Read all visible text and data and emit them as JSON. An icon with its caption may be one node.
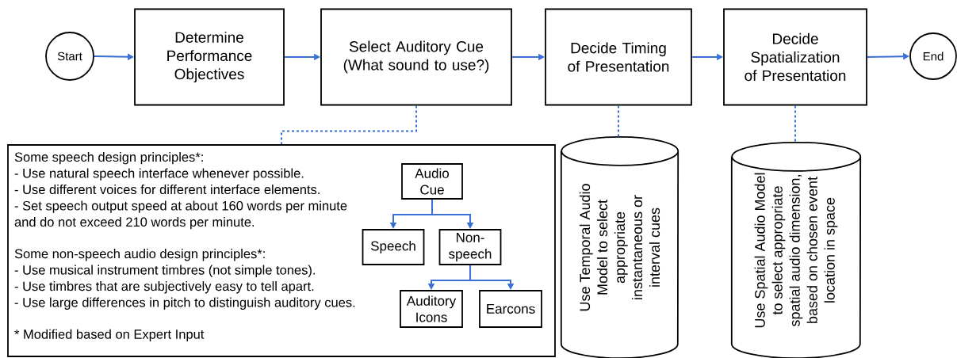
{
  "diagram": {
    "nodes": [
      {
        "text": [
          "Start"
        ]
      },
      {
        "text": [
          "Determine Performance Objectives"
        ]
      },
      {
        "text": [
          "Select Auditory Cue (What sound to use?)"
        ]
      },
      {
        "text": [
          "Decide Timing of Presentation"
        ]
      },
      {
        "text": [
          "Decide Spatialization of Presentation"
        ]
      },
      {
        "text": [
          "End"
        ]
      },
      {
        "text": [
          "Some speech design principles*:",
          "- Use natural speech interface whenever possible.",
          "- Use different voices for different interface elements.",
          "- Set speech output speed at about 160 words per minute and do not exceed 210 words per minute.",
          "Some non-speech audio design principles*:",
          "- Use musical instrument timbres (not simple tones).",
          "- Use timbres that are subjectively easy to tell apart.",
          "- Use large differences in pitch to distinguish auditory cues.",
          "* Modified based on Expert Input"
        ]
      },
      {
        "text": [
          "Audio Cue"
        ],
        "in": 6
      },
      {
        "text": [
          "Speech"
        ],
        "in": 6
      },
      {
        "text": [
          "Non-speech"
        ],
        "in": 6
      },
      {
        "text": [
          "Auditory Icons"
        ],
        "in": 6
      },
      {
        "text": [
          "Earcons"
        ],
        "in": 6
      },
      {
        "text": [
          "Use Temporal Audio Model to select appropriate instantaneous or interval cues"
        ]
      },
      {
        "text": [
          "Use Spatial Audio Model to select appropriate spatial audio dimension, based on chosen event location in space"
        ]
      }
    ],
    "edges": [
      {
        "from": 0,
        "to": 1,
        "arrow": "to"
      },
      {
        "from": 1,
        "to": 2,
        "arrow": "to"
      },
      {
        "from": 2,
        "to": 3,
        "arrow": "to"
      },
      {
        "from": 3,
        "to": 4,
        "arrow": "to"
      },
      {
        "from": 4,
        "to": 5,
        "arrow": "to"
      },
      {
        "from": 2,
        "to": 6,
        "arrow": "none",
        "style": "dashed"
      },
      {
        "from": 3,
        "to": 12,
        "arrow": "none",
        "style": "dashed"
      },
      {
        "from": 4,
        "to": 13,
        "arrow": "none",
        "style": "dashed"
      },
      {
        "from": 7,
        "to": 8,
        "arrow": "to"
      },
      {
        "from": 7,
        "to": 9,
        "arrow": "to"
      },
      {
        "from": 9,
        "to": 10,
        "arrow": "to"
      },
      {
        "from": 9,
        "to": 11,
        "arrow": "to"
      }
    ]
  }
}
